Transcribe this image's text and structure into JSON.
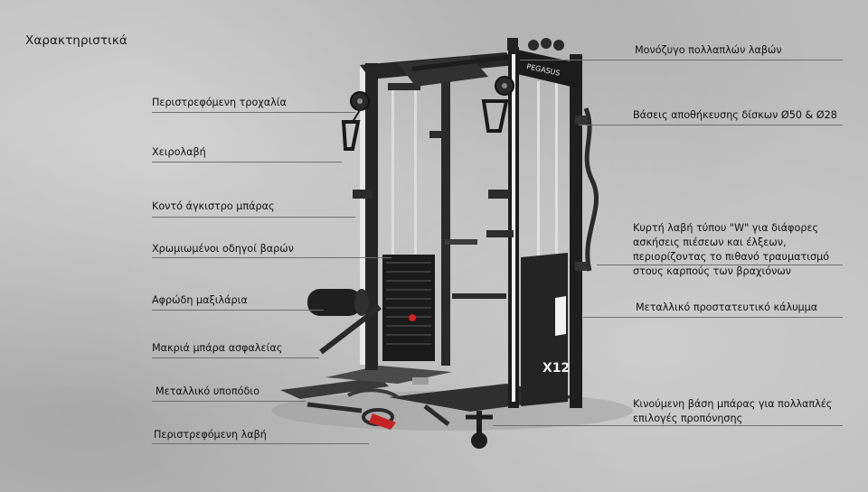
{
  "title": "Χαρακτηριστικά",
  "left_labels": [
    "Περιστρεφόμενη τροχαλία",
    "Χειρολαβή",
    "Κοντό άγκιστρο μπάρας",
    "Χρωμιωμένοι οδηγοί βαρών",
    "Αφρώδη μαξιλάρια",
    "Μακριά μπάρα ασφαλείας",
    "Μεταλλικό υποπόδιο",
    "Περιστρεφόμενη λαβή"
  ],
  "right_labels": [
    "Μονόζυγο πολλαπλών λαβών",
    "Βάσεις αποθήκευσης δίσκων Ø50 & Ø28",
    "Κυρτή λαβή τύπου \"W\" για διάφορες ασκήσεις πιέσεων και έλξεων, περιορίζοντας το πιθανό τραυματισμό στους καρπούς των βραχιόνων",
    "Μεταλλικό προστατευτικό κάλυμμα",
    "Κινούμενη βάση μπάρας για πολλαπλές επιλογές προπόνησης"
  ],
  "brand": {
    "name": "PEGASUS",
    "model": "X12"
  },
  "colors": {
    "frame": "#1f1f1f",
    "accent": "#d32020",
    "rule": "#6f6f6f",
    "background": "#bcbcbc"
  }
}
